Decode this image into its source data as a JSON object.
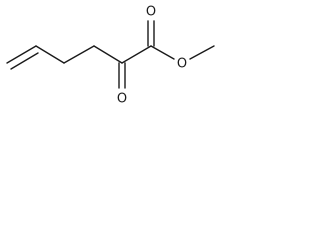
{
  "molecule": {
    "atom_labels": {
      "carbonyl_oxygen_ester": "O",
      "carbonyl_oxygen_ketone": "O",
      "ester_oxygen": "O"
    },
    "bonds": [
      {
        "name": "vinyl-double-bond",
        "order": 2
      },
      {
        "name": "allylic-bond",
        "order": 1
      },
      {
        "name": "chain-bond-1",
        "order": 1
      },
      {
        "name": "chain-bond-2",
        "order": 1
      },
      {
        "name": "ketone-to-ester-bond",
        "order": 1
      },
      {
        "name": "ketone-carbonyl-double-bond",
        "order": 2
      },
      {
        "name": "ester-carbonyl-double-bond",
        "order": 2
      },
      {
        "name": "ester-oxygen-bond",
        "order": 1
      },
      {
        "name": "methoxy-bond",
        "order": 1
      }
    ]
  }
}
